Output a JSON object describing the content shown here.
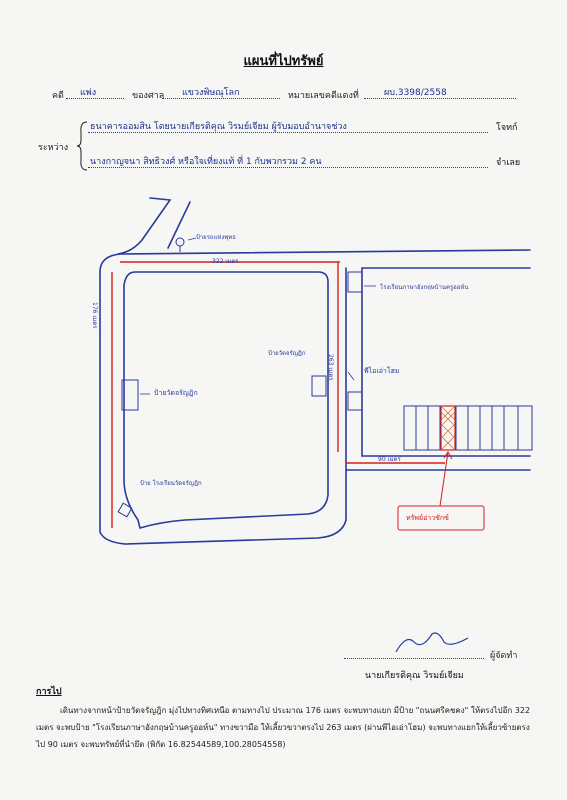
{
  "title": "แผนที่ไปทรัพย์",
  "header": {
    "case_label": "คดี",
    "case_type": "แพ่ง",
    "court_label": "ของศาล",
    "court_name": "แขวงพิษณุโลก",
    "red_no_label": "หมายเลขคดีแดงที่",
    "red_no": "ผบ.3398/2558"
  },
  "parties": {
    "between_label": "ระหว่าง",
    "plaintiff": "ธนาคารออมสิน โดยนายเกียรติคุณ  วิรมย์เจียม ผู้รับมอบอำนาจช่วง",
    "plaintiff_role": "โจทก์",
    "defendant": "นางกาญจนา  สิทธิวงศ์ หรือใจเที่ยงแท้  ที่ 1 กับพวกรวม 2 คน",
    "defendant_role": "จำเลย"
  },
  "map": {
    "label_sign_top": "ป้ายรถแห่งพุทธ",
    "label_322": "322 เมตร",
    "label_176": "176 เมตร",
    "label_school": "โรงเรียนภาษาอังกฤษบ้านครูออห์น",
    "label_sign_watphra": "ป้ายวัดจรัญฎิก",
    "label_sign_center": "ป้ายวัดจรัญฎิก",
    "label_263": "263 เมตร",
    "label_pioneer": "พีไอเอ่าโฮม",
    "label_90": "90 เมตร",
    "label_watsign_bottom": "ป้าย โรงเรียนวัดจรัญฎิก",
    "label_property": "ทรัพย์อ่าวชักซ์",
    "colors": {
      "ink": "#2b3a9c",
      "red": "#d42020",
      "hatch": "#e06a2a"
    }
  },
  "signature": {
    "role": "ผู้จัดทำ",
    "name": "นายเกียรติคุณ  วิรมย์เจียม"
  },
  "route": {
    "heading": "การไป",
    "text": "เดินทางจากหน้าป้ายวัดจรัญฎิก มุ่งไปทางทิศเหนือ ตามทางไป ประมาณ 176 เมตร จะพบทางแยก มีป้าย  \"ถนนศรีคชคง\" ให้ตรงไปอีก 322 เมตร จะพบป้าย \"โรงเรียนภาษาอังกฤษบ้านครูออห์น\" ทางขวามือ ให้เลี้ยวขวาตรงไป 263 เมตร (ผ่านพีไอเอ่าโฮม) จะพบทางแยกให้เลี้ยวซ้ายตรงไป 90 เมตร   จะพบทรัพย์ที่นำยึด (พิกัด 16.82544589,100.28054558)"
  }
}
